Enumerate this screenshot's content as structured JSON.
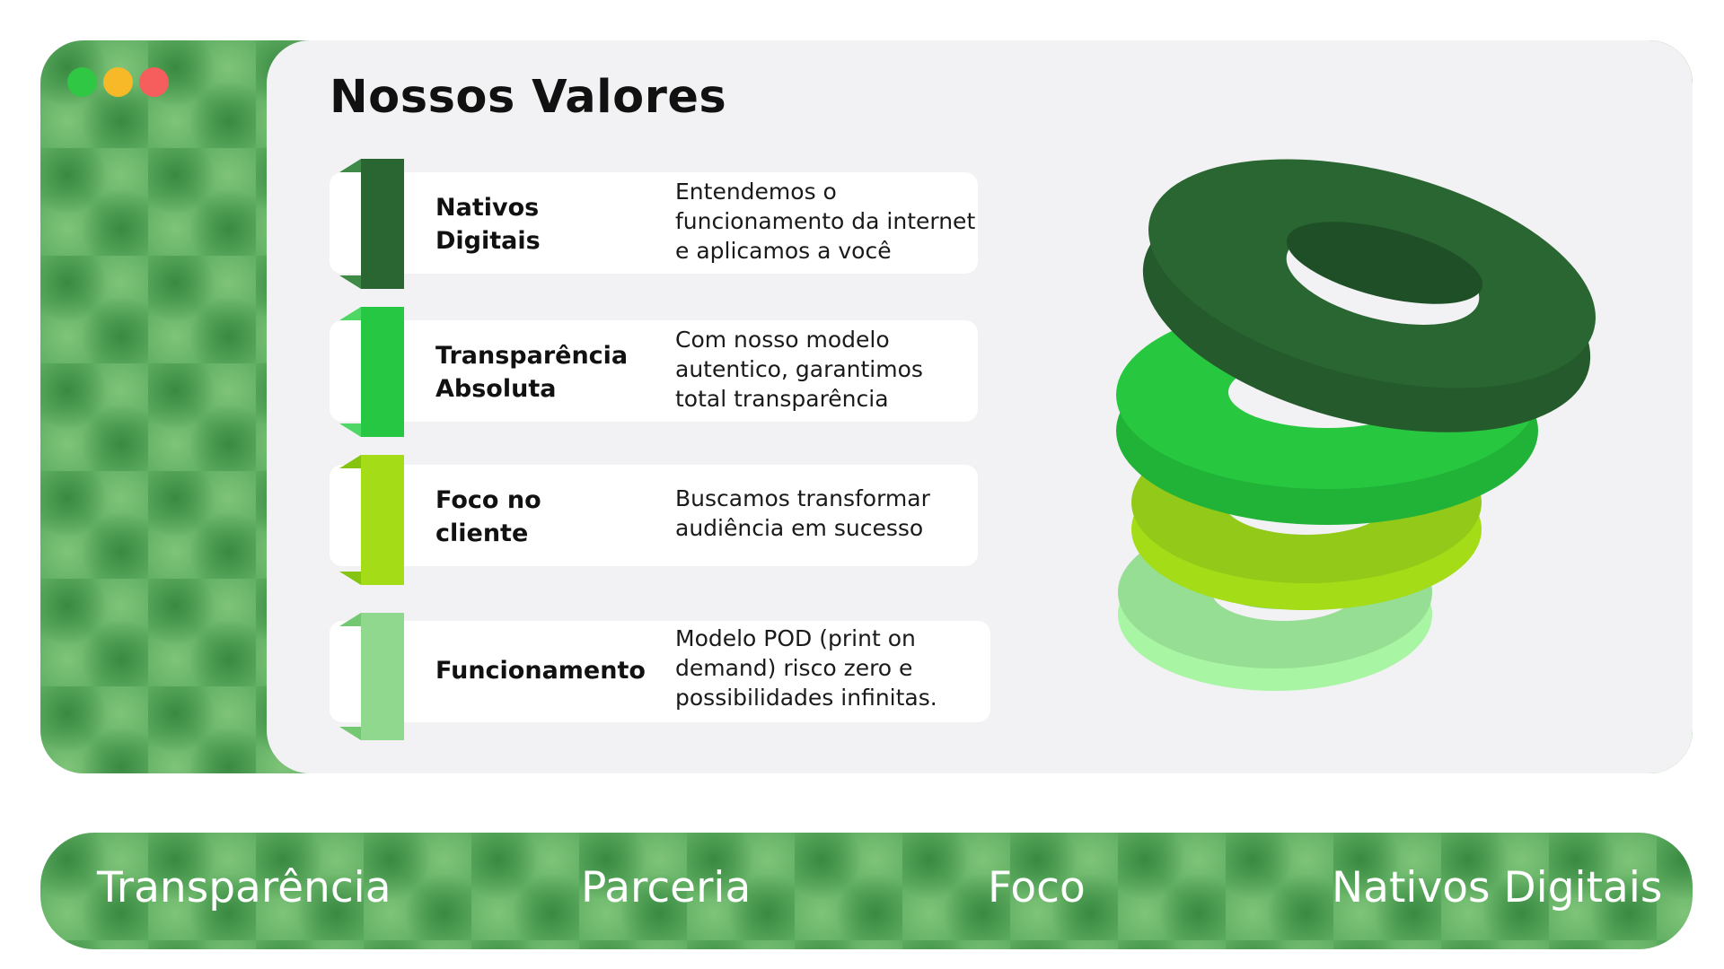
{
  "window": {
    "controls": [
      {
        "name": "close",
        "color": "#2fc743"
      },
      {
        "name": "minimize",
        "color": "#f8b928"
      },
      {
        "name": "maximize",
        "color": "#f65d5d"
      }
    ]
  },
  "panel": {
    "title": "Nossos Valores"
  },
  "values": [
    {
      "name": "Nativos\nDigitais",
      "description": "Entendemos o\nfuncionamento da internet\ne aplicamos a você",
      "color": "#2a6632",
      "accent": "#3f8a47"
    },
    {
      "name": "Transparência\nAbsoluta",
      "description": "Com nosso modelo\nautentico, garantimos\ntotal transparência",
      "color": "#26c743",
      "accent": "#4fd765"
    },
    {
      "name": "Foco no\ncliente",
      "description": "Buscamos transformar\naudiência em sucesso",
      "color": "#a4dc17",
      "accent": "#86c412"
    },
    {
      "name": "Funcionamento",
      "description": "Modelo POD (print on\ndemand) risco zero e\npossibilidades infinitas.",
      "color": "#8fd88d",
      "accent": "#74c872"
    }
  ],
  "ticker": {
    "words": [
      "Transparência",
      "Parceria",
      "Foco",
      "Nativos Digitais"
    ]
  },
  "rings_colors": {
    "top": {
      "face": "#2a6632",
      "side": "#245a2c",
      "hole": "#1f4f27"
    },
    "second": {
      "face": "#27c83f",
      "side": "#21b338",
      "hole": "#1ea735"
    },
    "third": {
      "face": "#93c919",
      "side": "#a4dc17",
      "hole": "#86b814"
    },
    "bottom": {
      "face": "#96de93",
      "side": "#a8f5a3",
      "hole": "#82cc80"
    }
  }
}
